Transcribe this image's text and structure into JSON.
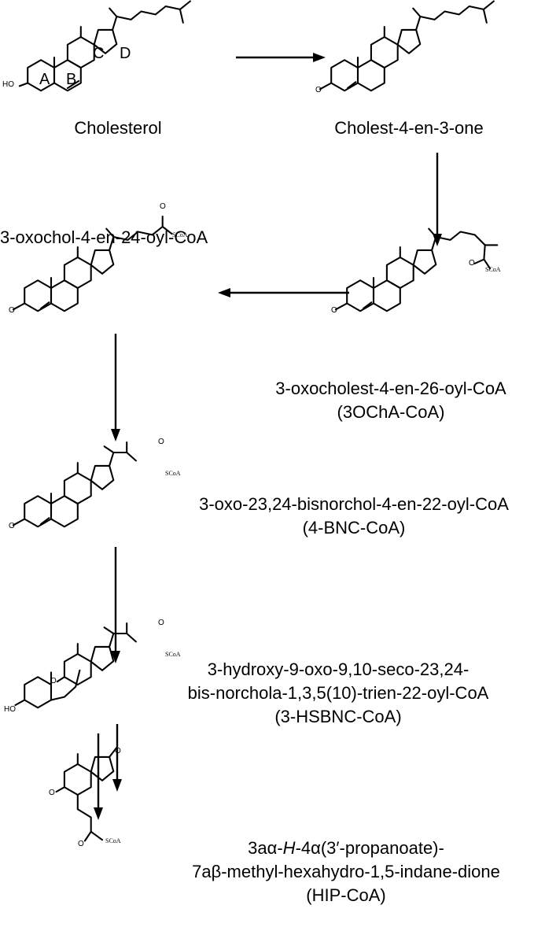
{
  "compounds": [
    {
      "id": "cholesterol",
      "name": "Cholesterol",
      "atoms": [
        "HO"
      ],
      "rings": [
        "A",
        "B",
        "C",
        "D"
      ]
    },
    {
      "id": "cholestenone",
      "name": "Cholest-4-en-3-one",
      "atoms": [
        "O"
      ]
    },
    {
      "id": "ochc",
      "name": "3-oxocholest-4-en-26-oyl-CoA",
      "abbr": "(3OChA-CoA)",
      "atoms": [
        "O",
        "O",
        "SCoA"
      ]
    },
    {
      "id": "ochol",
      "name": "3-oxochol-4-en-24-oyl-CoA",
      "atoms": [
        "O",
        "O",
        "SCoA"
      ]
    },
    {
      "id": "bnc",
      "name": "3-oxo-23,24-bisnorchol-4-en-22-oyl-CoA",
      "abbr": "(4-BNC-CoA)",
      "atoms": [
        "O",
        "O",
        "SCoA"
      ]
    },
    {
      "id": "hsbnc",
      "name_lines": [
        "3-hydroxy-9-oxo-9,10-seco-23,24-",
        "bis-norchola-1,3,5(10)-trien-22-oyl-CoA"
      ],
      "abbr": "(3-HSBNC-CoA)",
      "atoms": [
        "HO",
        "O",
        "O",
        "SCoA"
      ]
    },
    {
      "id": "hip",
      "name_lines_html": [
        "3a&alpha;-<i>H</i>-4&alpha;(3&prime;-propanoate)-",
        "7a&beta;-methyl-hexahydro-1,5-indane-dione"
      ],
      "abbr": "(HIP-CoA)",
      "atoms": [
        "O",
        "O",
        "O",
        "SCoA"
      ]
    }
  ]
}
